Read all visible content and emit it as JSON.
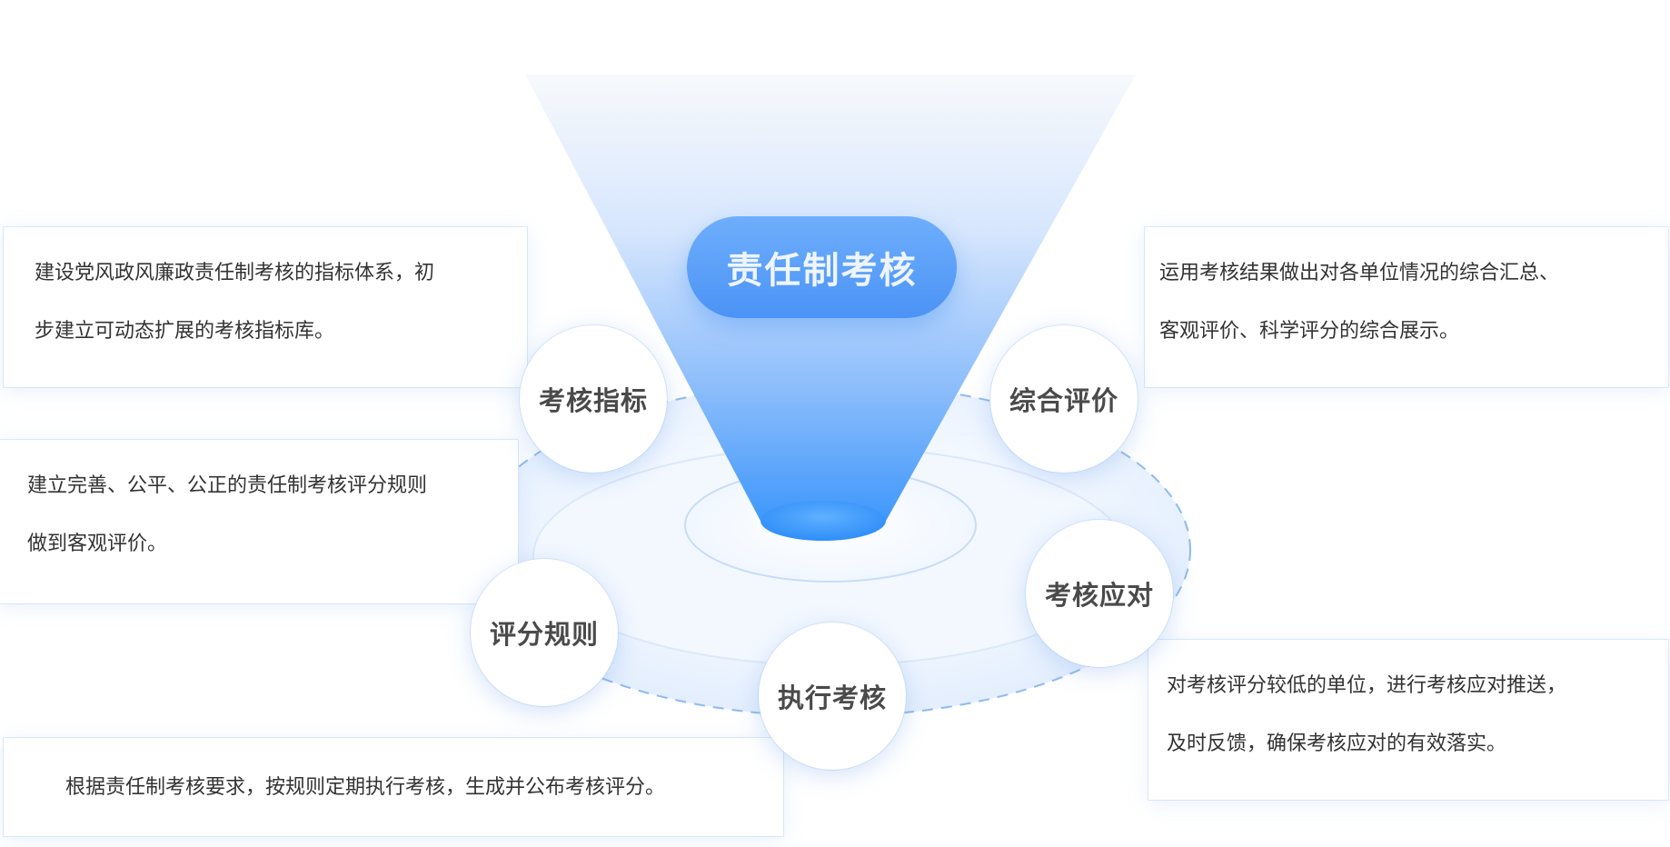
{
  "title": "责任制考核",
  "colors": {
    "accent": "#4b93f5",
    "accent_light": "#6eaefc",
    "node_text": "#4a4a4a",
    "card_text": "#333333"
  },
  "nodes": {
    "indicator": "考核指标",
    "scoring": "评分规则",
    "execute": "执行考核",
    "response": "考核应对",
    "evaluation": "综合评价"
  },
  "cards": {
    "indicator": {
      "line1": "建设党风政风廉政责任制考核的指标体系，初",
      "line2": "步建立可动态扩展的考核指标库。"
    },
    "scoring": {
      "line1": "建立完善、公平、公正的责任制考核评分规则",
      "line2": "做到客观评价。"
    },
    "execute": {
      "line1": "根据责任制考核要求，按规则定期执行考核，生成并公布考核评分。"
    },
    "evaluation": {
      "line1": "运用考核结果做出对各单位情况的综合汇总、",
      "line2": "客观评价、科学评分的综合展示。"
    },
    "response": {
      "line1": "对考核评分较低的单位，进行考核应对推送，",
      "line2": "及时反馈，确保考核应对的有效落实。"
    }
  }
}
